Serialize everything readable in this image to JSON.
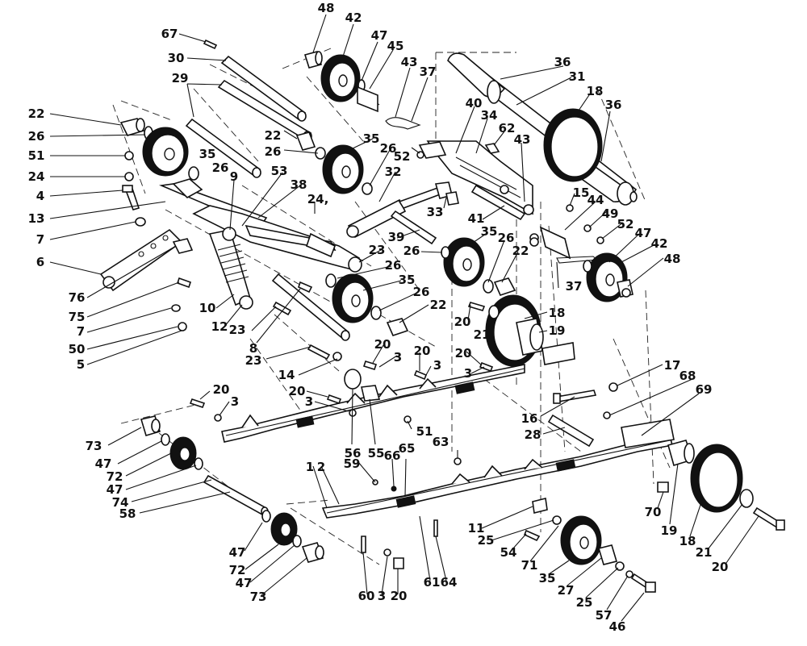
{
  "diagram": {
    "type": "exploded-parts-diagram",
    "callout_color": "#111111",
    "callouts": [
      {
        "id": "c67",
        "label": "67"
      },
      {
        "id": "c30",
        "label": "30"
      },
      {
        "id": "c29",
        "label": "29"
      },
      {
        "id": "c22a",
        "label": "22"
      },
      {
        "id": "c26a",
        "label": "26"
      },
      {
        "id": "c51a",
        "label": "51"
      },
      {
        "id": "c24a",
        "label": "24"
      },
      {
        "id": "c4",
        "label": "4"
      },
      {
        "id": "c13",
        "label": "13"
      },
      {
        "id": "c7a",
        "label": "7"
      },
      {
        "id": "c6",
        "label": "6"
      },
      {
        "id": "c76",
        "label": "76"
      },
      {
        "id": "c75",
        "label": "75"
      },
      {
        "id": "c7b",
        "label": "7"
      },
      {
        "id": "c50",
        "label": "50"
      },
      {
        "id": "c5",
        "label": "5"
      },
      {
        "id": "c48a",
        "label": "48"
      },
      {
        "id": "c42a",
        "label": "42"
      },
      {
        "id": "c47a",
        "label": "47"
      },
      {
        "id": "c45",
        "label": "45"
      },
      {
        "id": "c43a",
        "label": "43"
      },
      {
        "id": "c37a",
        "label": "37"
      },
      {
        "id": "c36a",
        "label": "36"
      },
      {
        "id": "c31",
        "label": "31"
      },
      {
        "id": "c18a",
        "label": "18"
      },
      {
        "id": "c36b",
        "label": "36"
      },
      {
        "id": "c40",
        "label": "40"
      },
      {
        "id": "c34",
        "label": "34"
      },
      {
        "id": "c62",
        "label": "62"
      },
      {
        "id": "c43b",
        "label": "43"
      },
      {
        "id": "c22b",
        "label": "22"
      },
      {
        "id": "c26b",
        "label": "26"
      },
      {
        "id": "c35a",
        "label": "35"
      },
      {
        "id": "c26c",
        "label": "26"
      },
      {
        "id": "c35b",
        "label": "35"
      },
      {
        "id": "c26d",
        "label": "26"
      },
      {
        "id": "c52a",
        "label": "52"
      },
      {
        "id": "c32",
        "label": "32"
      },
      {
        "id": "c9",
        "label": "9"
      },
      {
        "id": "c53",
        "label": "53"
      },
      {
        "id": "c38",
        "label": "38"
      },
      {
        "id": "c24b",
        "label": "24,"
      },
      {
        "id": "c33",
        "label": "33"
      },
      {
        "id": "c41",
        "label": "41"
      },
      {
        "id": "c15",
        "label": "15"
      },
      {
        "id": "c44",
        "label": "44"
      },
      {
        "id": "c49",
        "label": "49"
      },
      {
        "id": "c52b",
        "label": "52"
      },
      {
        "id": "c47b",
        "label": "47"
      },
      {
        "id": "c42b",
        "label": "42"
      },
      {
        "id": "c48b",
        "label": "48"
      },
      {
        "id": "c39",
        "label": "39"
      },
      {
        "id": "c35c",
        "label": "35"
      },
      {
        "id": "c26e",
        "label": "26"
      },
      {
        "id": "c26f",
        "label": "26"
      },
      {
        "id": "c22c",
        "label": "22"
      },
      {
        "id": "c23a",
        "label": "23"
      },
      {
        "id": "c26g",
        "label": "26"
      },
      {
        "id": "c35d",
        "label": "35"
      },
      {
        "id": "c26h",
        "label": "26"
      },
      {
        "id": "c22d",
        "label": "22"
      },
      {
        "id": "c10",
        "label": "10"
      },
      {
        "id": "c12",
        "label": "12"
      },
      {
        "id": "c23b",
        "label": "23"
      },
      {
        "id": "c8",
        "label": "8"
      },
      {
        "id": "c37b",
        "label": "37"
      },
      {
        "id": "c20a",
        "label": "20"
      },
      {
        "id": "c21a",
        "label": "21"
      },
      {
        "id": "c18b",
        "label": "18"
      },
      {
        "id": "c19a",
        "label": "19"
      },
      {
        "id": "c20b",
        "label": "20"
      },
      {
        "id": "c3a",
        "label": "3"
      },
      {
        "id": "c23c",
        "label": "23"
      },
      {
        "id": "c20c",
        "label": "20"
      },
      {
        "id": "c3b",
        "label": "3"
      },
      {
        "id": "c14",
        "label": "14"
      },
      {
        "id": "c20d",
        "label": "20"
      },
      {
        "id": "c3c",
        "label": "3"
      },
      {
        "id": "c17",
        "label": "17"
      },
      {
        "id": "c68",
        "label": "68"
      },
      {
        "id": "c69",
        "label": "69"
      },
      {
        "id": "c20e",
        "label": "20"
      },
      {
        "id": "c3d",
        "label": "3"
      },
      {
        "id": "c20f",
        "label": "20"
      },
      {
        "id": "c3e",
        "label": "3"
      },
      {
        "id": "c56",
        "label": "56"
      },
      {
        "id": "c55",
        "label": "55"
      },
      {
        "id": "c51b",
        "label": "51"
      },
      {
        "id": "c16",
        "label": "16"
      },
      {
        "id": "c28",
        "label": "28"
      },
      {
        "id": "c73a",
        "label": "73"
      },
      {
        "id": "c47c",
        "label": "47"
      },
      {
        "id": "c72a",
        "label": "72"
      },
      {
        "id": "c47d",
        "label": "47"
      },
      {
        "id": "c74",
        "label": "74"
      },
      {
        "id": "c58",
        "label": "58"
      },
      {
        "id": "c1",
        "label": "1"
      },
      {
        "id": "c2",
        "label": "2"
      },
      {
        "id": "c59",
        "label": "59"
      },
      {
        "id": "c66",
        "label": "66"
      },
      {
        "id": "c65",
        "label": "65"
      },
      {
        "id": "c63",
        "label": "63"
      },
      {
        "id": "c70",
        "label": "70"
      },
      {
        "id": "c19b",
        "label": "19"
      },
      {
        "id": "c18c",
        "label": "18"
      },
      {
        "id": "c21b",
        "label": "21"
      },
      {
        "id": "c20g",
        "label": "20"
      },
      {
        "id": "c11",
        "label": "11"
      },
      {
        "id": "c25a",
        "label": "25"
      },
      {
        "id": "c54",
        "label": "54"
      },
      {
        "id": "c71",
        "label": "71"
      },
      {
        "id": "c35e",
        "label": "35"
      },
      {
        "id": "c27",
        "label": "27"
      },
      {
        "id": "c25b",
        "label": "25"
      },
      {
        "id": "c57",
        "label": "57"
      },
      {
        "id": "c46",
        "label": "46"
      },
      {
        "id": "c47e",
        "label": "47"
      },
      {
        "id": "c72b",
        "label": "72"
      },
      {
        "id": "c47f",
        "label": "47"
      },
      {
        "id": "c73b",
        "label": "73"
      },
      {
        "id": "c60",
        "label": "60"
      },
      {
        "id": "c3f",
        "label": "3"
      },
      {
        "id": "c20h",
        "label": "20"
      },
      {
        "id": "c61",
        "label": "61"
      },
      {
        "id": "c64",
        "label": "64"
      }
    ]
  }
}
